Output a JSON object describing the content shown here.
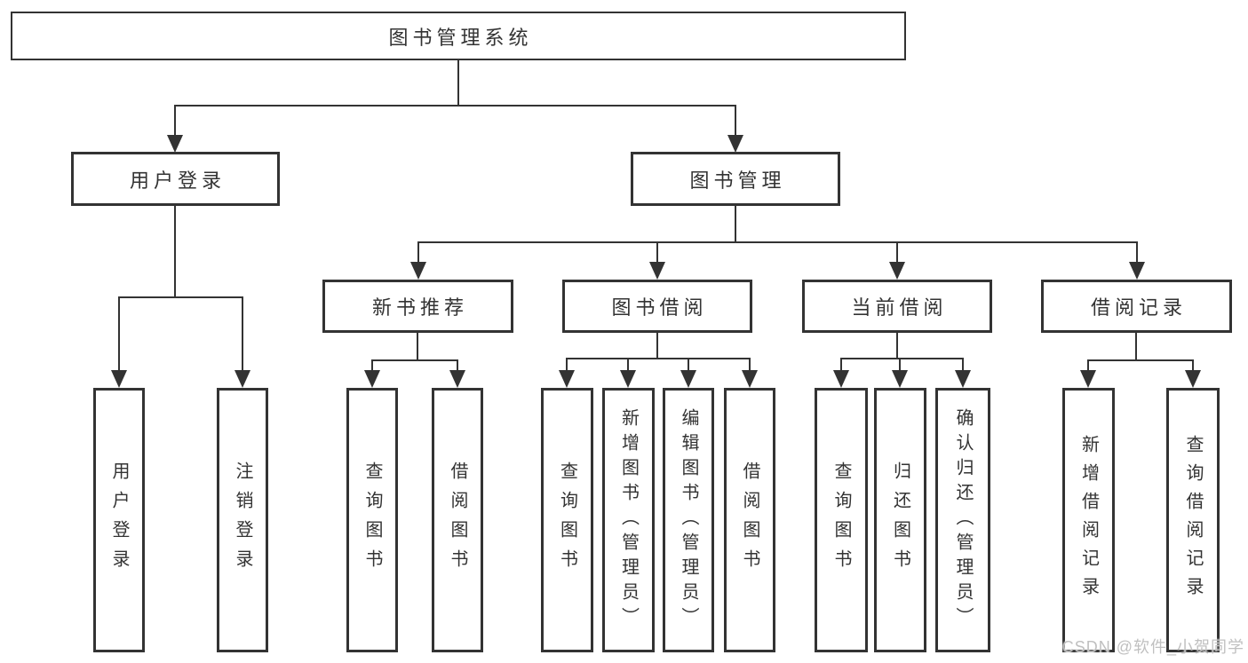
{
  "diagram_title": "图书管理系统",
  "hierarchy": {
    "label": "图书管理系统",
    "children": [
      {
        "label": "用户登录",
        "children": [
          {
            "label": "用户登录"
          },
          {
            "label": "注销登录"
          }
        ]
      },
      {
        "label": "图书管理",
        "children": [
          {
            "label": "新书推荐",
            "children": [
              {
                "label": "查询图书"
              },
              {
                "label": "借阅图书"
              }
            ]
          },
          {
            "label": "图书借阅",
            "children": [
              {
                "label": "查询图书"
              },
              {
                "label": "新增图书（管理员）"
              },
              {
                "label": "编辑图书（管理员）"
              },
              {
                "label": "借阅图书"
              }
            ]
          },
          {
            "label": "当前借阅",
            "children": [
              {
                "label": "查询图书"
              },
              {
                "label": "归还图书"
              },
              {
                "label": "确认归还（管理员）"
              }
            ]
          },
          {
            "label": "借阅记录",
            "children": [
              {
                "label": "新增借阅记录"
              },
              {
                "label": "查询借阅记录"
              }
            ]
          }
        ]
      }
    ]
  },
  "watermark": {
    "text": "CSDN @软件_小贺同学"
  },
  "colors": {
    "background": "#ffffff",
    "box_border": "#333333",
    "connector_line": "#333333",
    "text": "#333333",
    "watermark_text": "#c0c0c0"
  }
}
